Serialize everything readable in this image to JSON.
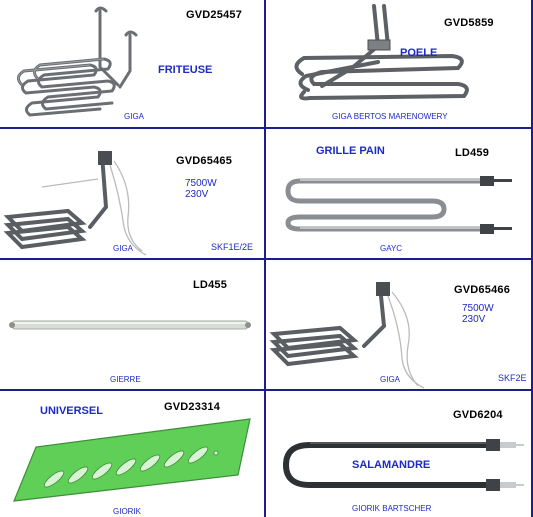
{
  "products": [
    {
      "code": "GVD25457",
      "category": "FRITEUSE",
      "brand": "GIGA"
    },
    {
      "code": "GVD5859",
      "category": "POELE",
      "brand": "GIGA BERTOS MARENOWERY"
    },
    {
      "code": "GVD65465",
      "power": "7500W",
      "voltage": "230V",
      "brand": "GIGA",
      "ref": "SKF1E/2E"
    },
    {
      "code": "LD459",
      "category": "GRILLE PAIN",
      "brand": "GAYC"
    },
    {
      "code": "LD455",
      "brand": "GIERRE"
    },
    {
      "code": "GVD65466",
      "power": "7500W",
      "voltage": "230V",
      "brand": "GIGA",
      "ref": "SKF2E"
    },
    {
      "code": "GVD23314",
      "category": "UNIVERSEL",
      "brand": "GIORIK"
    },
    {
      "code": "GVD6204",
      "category": "SALAMANDRE",
      "brand": "GIORIK BARTSCHER"
    }
  ],
  "colors": {
    "border": "#1a1f8c",
    "label_blue": "#1d2ac4",
    "element_metal": "#6b6f73",
    "universal_board": "#5fcf57"
  }
}
